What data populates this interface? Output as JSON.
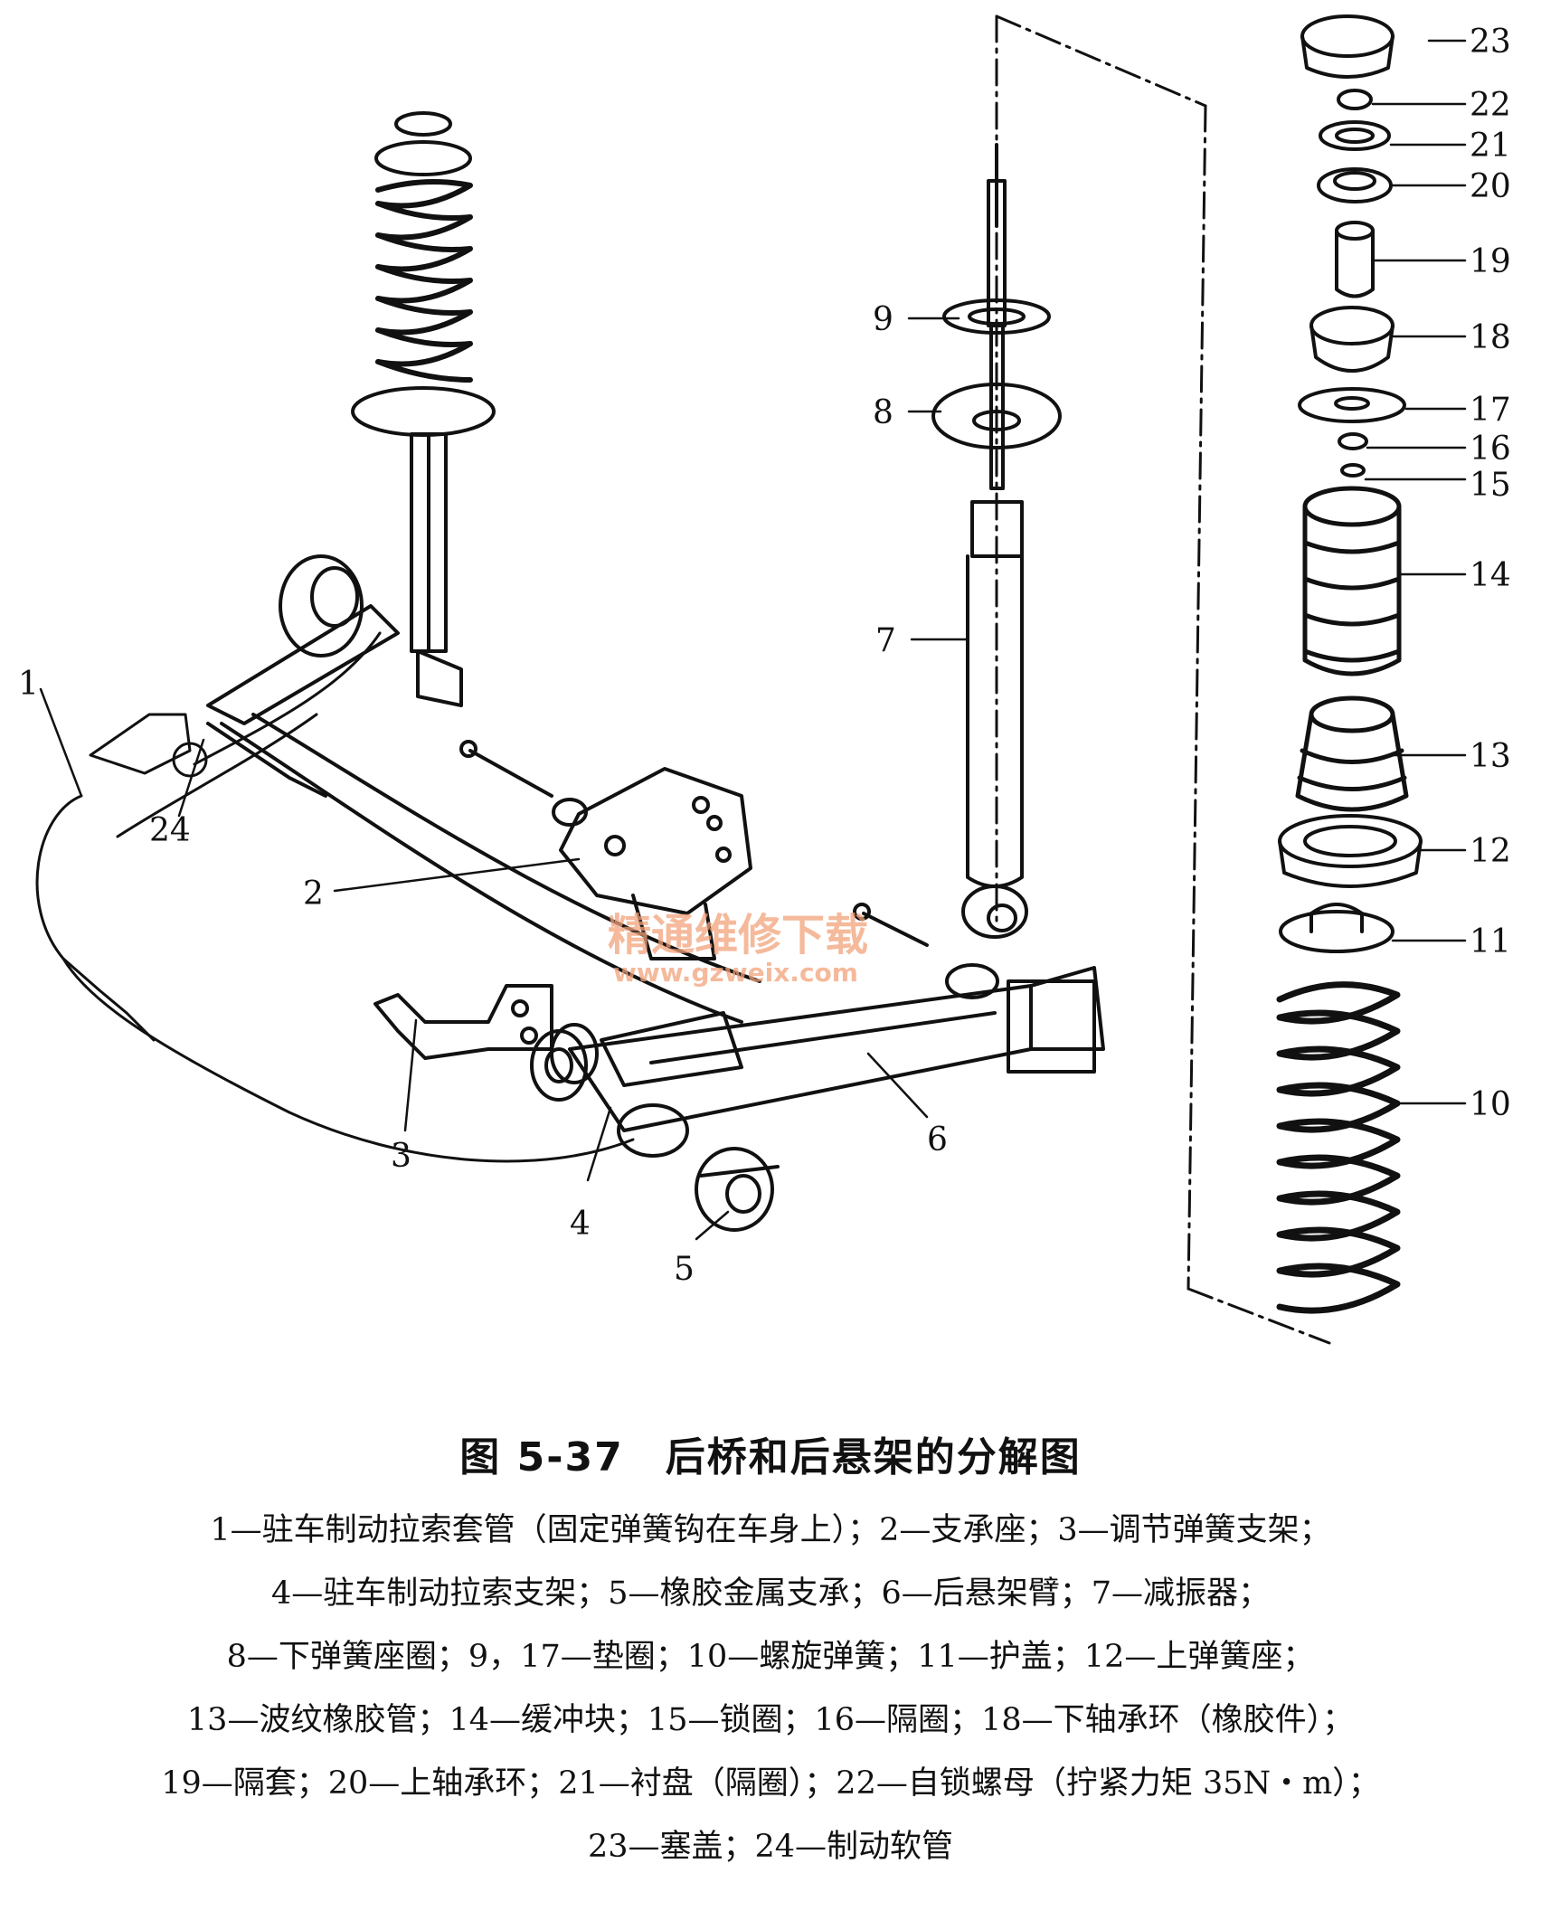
{
  "figure": {
    "callouts": [
      "1",
      "2",
      "3",
      "4",
      "5",
      "6",
      "7",
      "8",
      "9",
      "10",
      "11",
      "12",
      "13",
      "14",
      "15",
      "16",
      "17",
      "18",
      "19",
      "20",
      "21",
      "22",
      "23",
      "24"
    ],
    "watermark": {
      "text": "精通维修下载",
      "url": "www.gzweix.com",
      "color": "#f2a27a"
    }
  },
  "caption": {
    "title": "图 5-37　后桥和后悬架的分解图",
    "lines": [
      "1—驻车制动拉索套管（固定弹簧钩在车身上）；2—支承座；3—调节弹簧支架；",
      "4—驻车制动拉索支架；5—橡胶金属支承；6—后悬架臂；7—减振器；",
      "8—下弹簧座圈；9，17—垫圈；10—螺旋弹簧；11—护盖；12—上弹簧座；",
      "13—波纹橡胶管；14—缓冲块；15—锁圈；16—隔圈；18—下轴承环（橡胶件）；",
      "19—隔套；20—上轴承环；21—衬盘（隔圈）；22—自锁螺母（拧紧力矩 35N・m）；",
      "23—塞盖；24—制动软管"
    ]
  }
}
